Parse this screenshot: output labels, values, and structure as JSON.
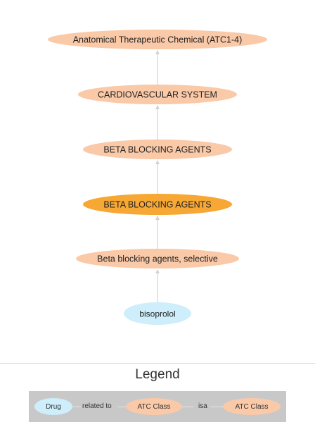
{
  "colors": {
    "atc": "#fac9a8",
    "atc_highlight": "#f7a733",
    "drug": "#cdeefa",
    "edge": "#d3d3d3",
    "legend_bg": "#c8c8c8"
  },
  "nodes": [
    {
      "id": "atc1",
      "label": "Anatomical Therapeutic Chemical (ATC1-4)",
      "kind": "atc"
    },
    {
      "id": "atc2",
      "label": "CARDIOVASCULAR SYSTEM",
      "kind": "atc"
    },
    {
      "id": "atc3",
      "label": "BETA BLOCKING AGENTS",
      "kind": "atc"
    },
    {
      "id": "atc4",
      "label": "BETA BLOCKING AGENTS",
      "kind": "atc_highlight"
    },
    {
      "id": "atc5",
      "label": "Beta blocking agents, selective",
      "kind": "atc"
    },
    {
      "id": "drug",
      "label": "bisoprolol",
      "kind": "drug"
    }
  ],
  "edges": [
    {
      "from": "drug",
      "to": "atc5"
    },
    {
      "from": "atc5",
      "to": "atc4"
    },
    {
      "from": "atc4",
      "to": "atc3"
    },
    {
      "from": "atc3",
      "to": "atc2"
    },
    {
      "from": "atc2",
      "to": "atc1"
    }
  ],
  "legend": {
    "title": "Legend",
    "drug_label": "Drug",
    "related_label": "related to",
    "atc_label_1": "ATC Class",
    "isa_label": "isa",
    "atc_label_2": "ATC Class"
  }
}
